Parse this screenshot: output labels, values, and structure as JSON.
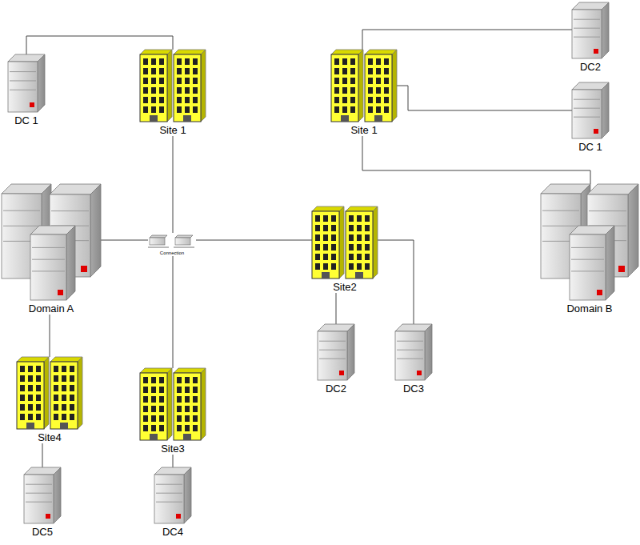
{
  "diagram": {
    "nodes": [
      {
        "text": [
          "DC 1"
        ]
      },
      {
        "text": [
          "Site 1"
        ]
      },
      {
        "text": [
          "Site 1"
        ]
      },
      {
        "text": [
          "DC2"
        ]
      },
      {
        "text": [
          "DC 1"
        ]
      },
      {
        "text": [
          "Domain A"
        ]
      },
      {
        "text": [
          "Connection"
        ]
      },
      {
        "text": [
          "Site2"
        ]
      },
      {
        "text": [
          "Domain  B"
        ]
      },
      {
        "text": [
          "DC2"
        ]
      },
      {
        "text": [
          "DC3"
        ]
      },
      {
        "text": [
          "Site4"
        ]
      },
      {
        "text": [
          "Site3"
        ]
      },
      {
        "text": [
          "DC5"
        ]
      },
      {
        "text": [
          "DC4"
        ]
      }
    ],
    "edges": [
      {
        "from": 0,
        "to": 1,
        "arrow": "none"
      },
      {
        "from": 1,
        "to": 6,
        "arrow": "none"
      },
      {
        "from": 5,
        "to": 6,
        "arrow": "none"
      },
      {
        "from": 6,
        "to": 7,
        "arrow": "none"
      },
      {
        "from": 6,
        "to": 12,
        "arrow": "none"
      },
      {
        "from": 5,
        "to": 11,
        "arrow": "none"
      },
      {
        "from": 11,
        "to": 13,
        "arrow": "none"
      },
      {
        "from": 12,
        "to": 14,
        "arrow": "none"
      },
      {
        "from": 7,
        "to": 9,
        "arrow": "none"
      },
      {
        "from": 7,
        "to": 10,
        "arrow": "none"
      },
      {
        "from": 2,
        "to": 3,
        "arrow": "none"
      },
      {
        "from": 2,
        "to": 4,
        "arrow": "none"
      },
      {
        "from": 2,
        "to": 8,
        "arrow": "none"
      }
    ]
  }
}
